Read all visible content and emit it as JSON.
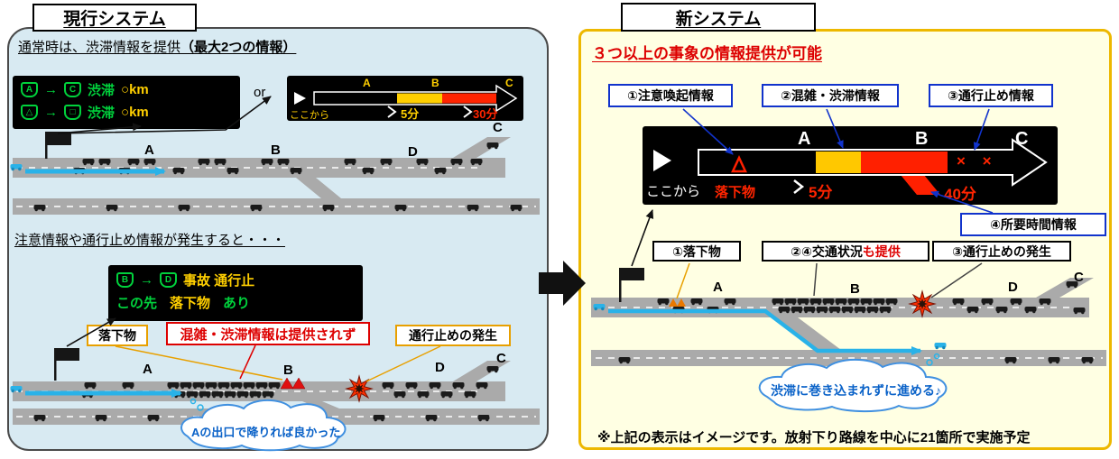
{
  "left": {
    "title": "現行システム",
    "intro": "通常時は、渋滞情報を提供",
    "intro_strong": "（最大2つの情報）",
    "or_label": "or",
    "display1": {
      "row1": {
        "from": "A",
        "arrow": "→",
        "to": "C",
        "status": "渋滞",
        "dist": "○km"
      },
      "row2": {
        "from": "△",
        "arrow": "→",
        "to": "□",
        "status": "渋滞",
        "dist": "○km"
      }
    },
    "display2": {
      "point_a": "A",
      "point_b": "B",
      "point_c": "C",
      "from": "ここから",
      "time1": "5分",
      "time2": "30分"
    },
    "caution": "注意情報や通行止め情報が発生すると・・・",
    "display3": {
      "row1": {
        "from": "B",
        "arrow": "→",
        "to": "D",
        "event": "事故 通行止"
      },
      "row2": {
        "part1": "この先",
        "part2": "落下物",
        "part3": "あり"
      }
    },
    "tags": {
      "falling": "落下物",
      "no_info": "混雑・渋滞情報は提供されず",
      "closure": "通行止めの発生"
    },
    "road1": {
      "a": "A",
      "b": "B",
      "d": "D",
      "c": "C"
    },
    "road2": {
      "a": "A",
      "b": "B",
      "d": "D",
      "c": "C"
    },
    "bubble": "Aの出口で降りれば良かった"
  },
  "right": {
    "title": "新システム",
    "headline": "３つ以上の事象の情報提供が可能",
    "callouts": {
      "c1": "①注意喚起情報",
      "c2": "②混雑・渋滞情報",
      "c3": "③通行止め情報",
      "c4": "④所要時間情報"
    },
    "display": {
      "from": "ここから",
      "hazard": "落下物",
      "point_a": "A",
      "point_b": "B",
      "point_c": "C",
      "time1": "5分",
      "time2": "40分",
      "closed_marks": "× ×"
    },
    "tags": {
      "falling": "①落下物",
      "traffic": "②④交通状況",
      "traffic_extra": "も提供",
      "closure": "③通行止めの発生"
    },
    "road": {
      "a": "A",
      "b": "B",
      "d": "D",
      "c": "C"
    },
    "bubble": "渋滞に巻き込まれずに進める♪",
    "note": "※上記の表示はイメージです。放射下り路線を中心に21箇所で実施予定"
  }
}
